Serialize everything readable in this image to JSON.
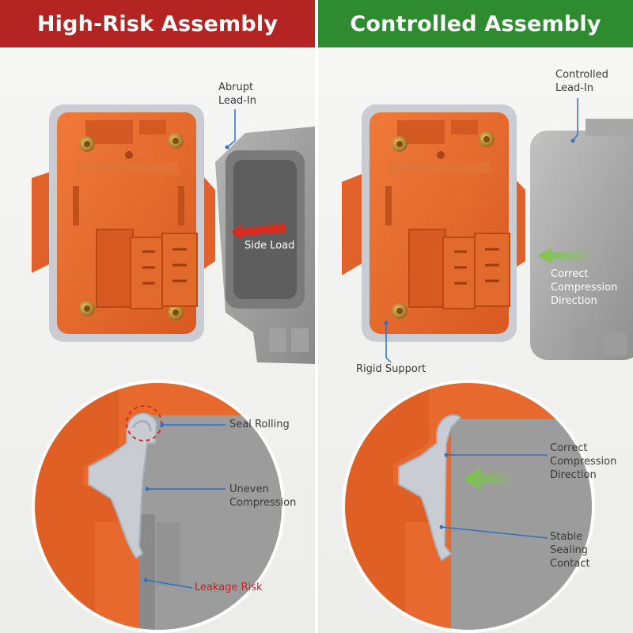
{
  "colors": {
    "left_banner": "#b32422",
    "right_banner": "#2f8b2f",
    "orange": "#e8692e",
    "seal_gray": "#c9cdd3",
    "housing_gray": "#9a9a9a",
    "leader_blue": "#2f6fc4",
    "warning_red": "#c8211f",
    "arrow_red": "#d62b1f",
    "arrow_green": "#7ac943"
  },
  "left_panel": {
    "title": "High-Risk Assembly",
    "labels": {
      "abrupt_lead_in": [
        "Abrupt",
        "Lead-In"
      ],
      "side_load": "Side Load",
      "seal_rolling": "Seal Rolling",
      "uneven_compression": [
        "Uneven",
        "Compression"
      ],
      "leakage_risk": "Leakage Risk"
    },
    "icons": {
      "load_arrow": "arrow-left-red-icon"
    }
  },
  "right_panel": {
    "title": "Controlled Assembly",
    "labels": {
      "controlled_lead_in": [
        "Controlled",
        "Lead-In"
      ],
      "correct_compression_top": [
        "Correct",
        "Compression",
        "Direction"
      ],
      "rigid_support": "Rigid Support",
      "correct_compression_bottom": [
        "Correct",
        "Compression",
        "Direction"
      ],
      "stable_sealing_contact": [
        "Stable",
        "Sealing",
        "Contact"
      ]
    },
    "icons": {
      "load_arrow": "arrow-left-green-icon"
    }
  }
}
